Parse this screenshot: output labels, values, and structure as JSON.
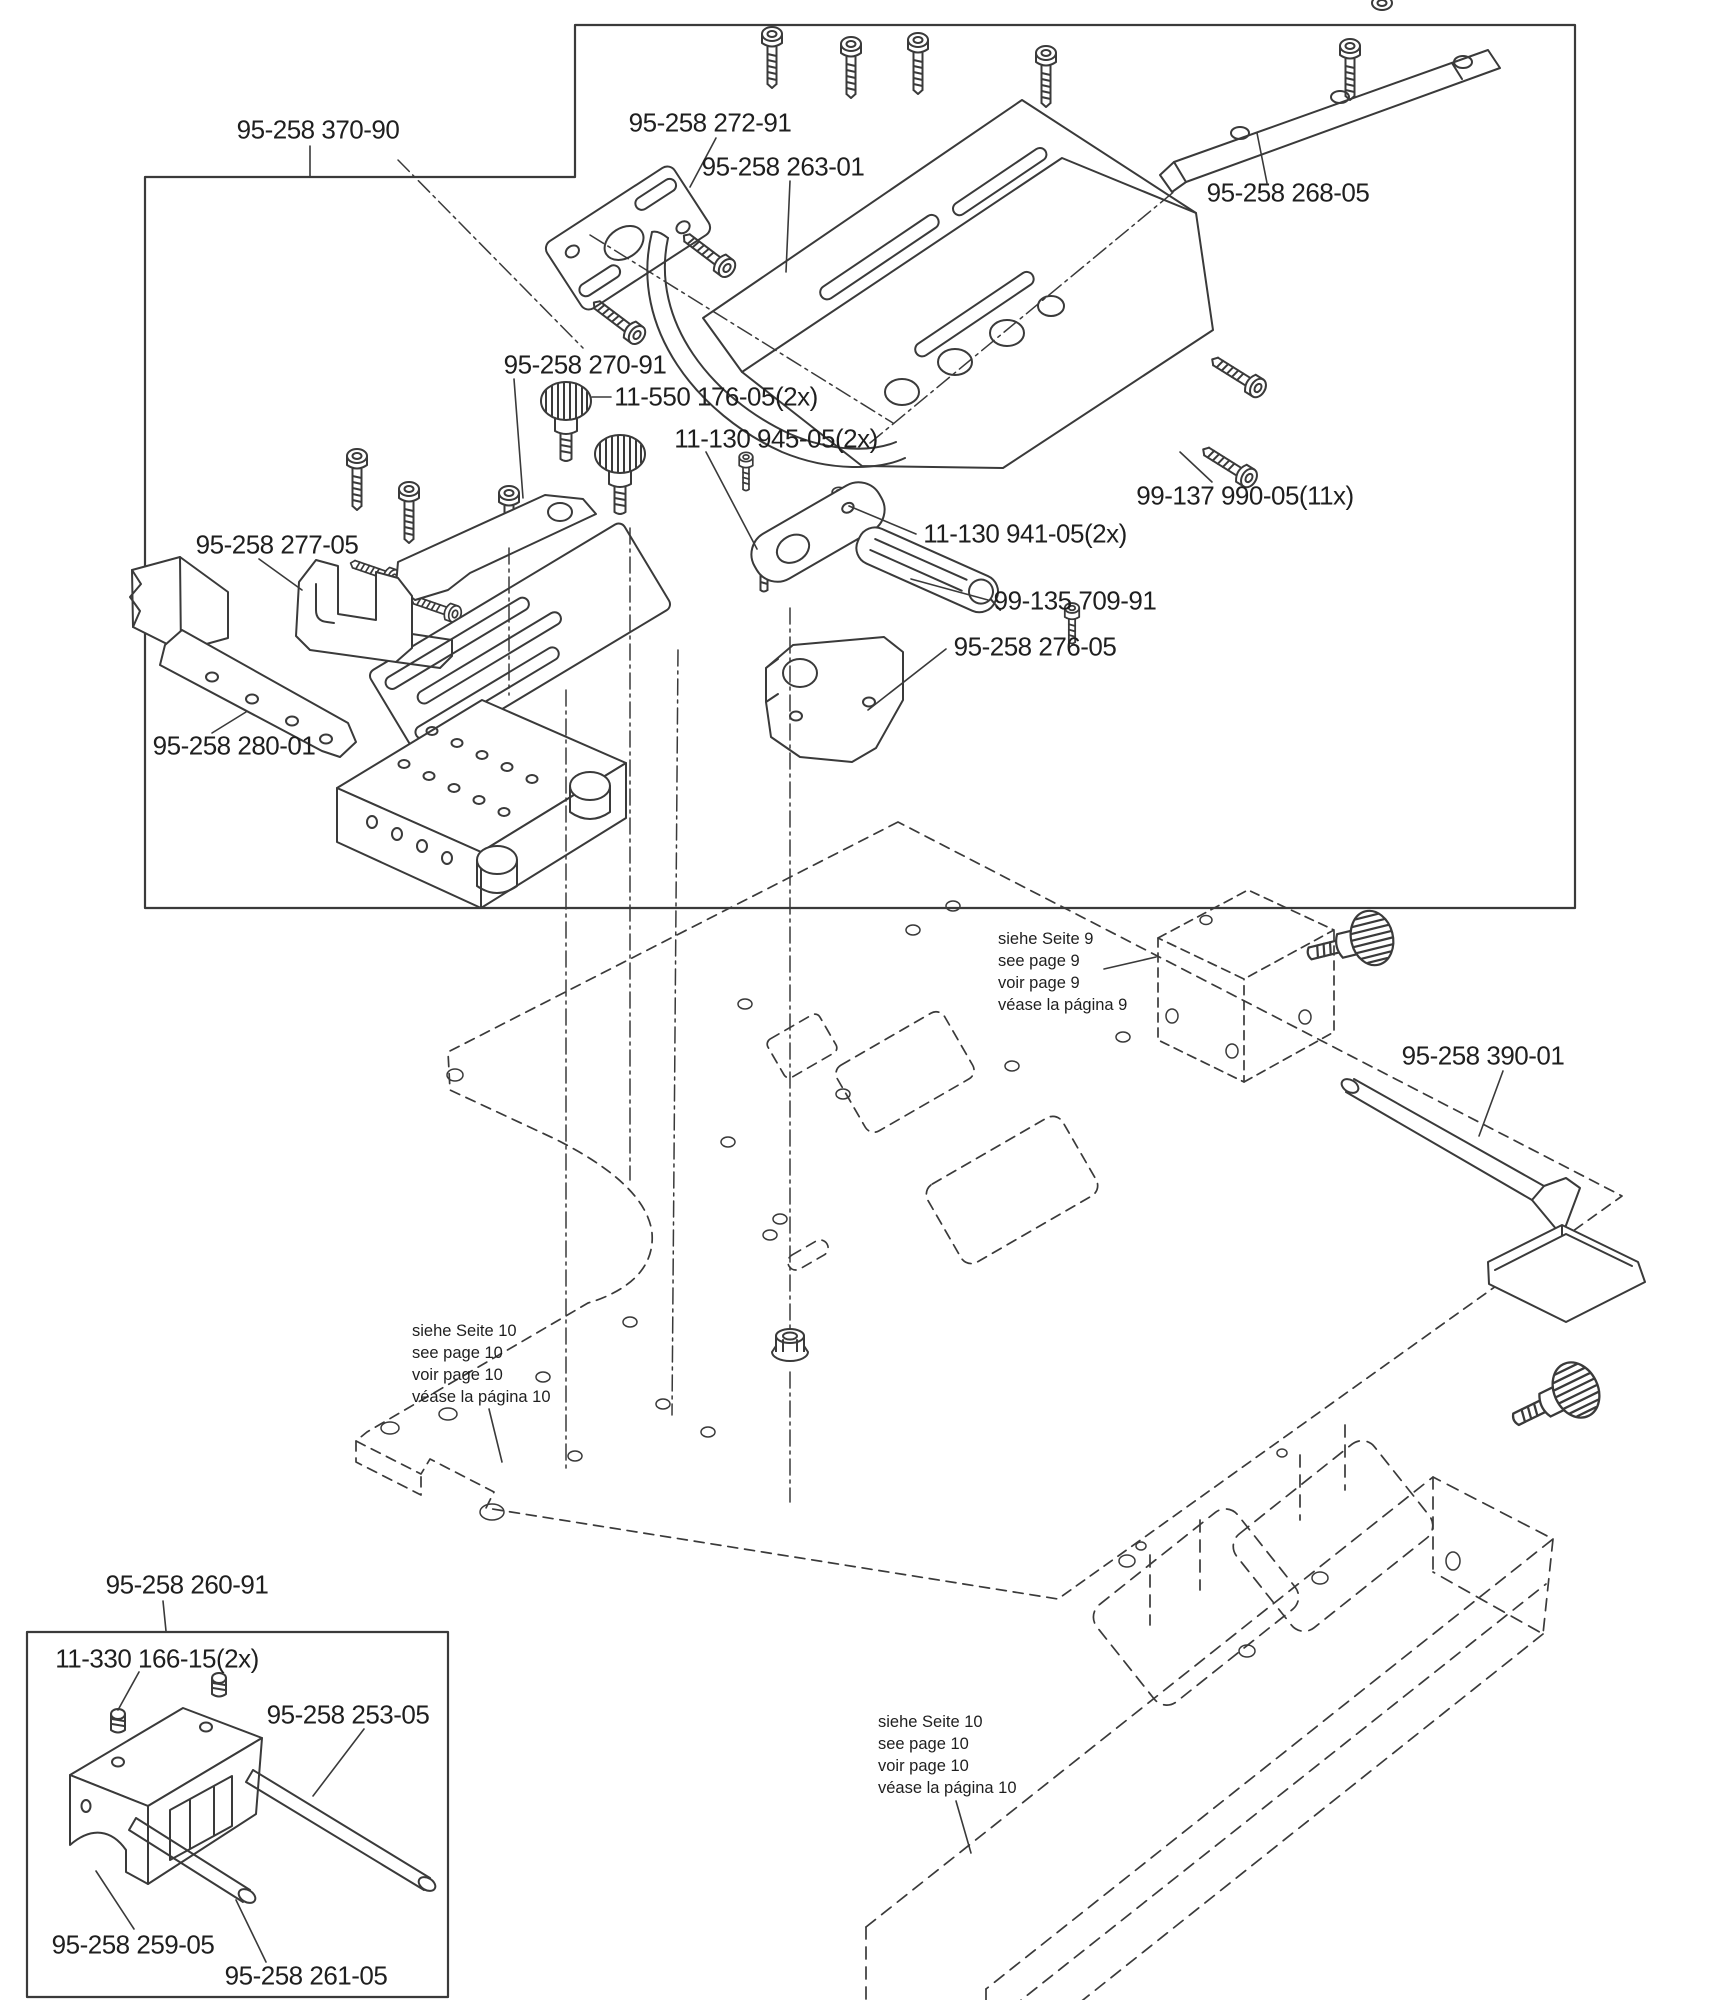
{
  "page": {
    "type": "exploded-parts-diagram",
    "background": "#ffffff",
    "line_color": "#3a3a3a",
    "text_color": "#1f1f1f"
  },
  "part_labels": [
    {
      "id": "95-258-370-90",
      "text": "95-258 370-90"
    },
    {
      "id": "95-258-272-91",
      "text": "95-258 272-91"
    },
    {
      "id": "95-258-263-01",
      "text": "95-258 263-01"
    },
    {
      "id": "95-258-268-05",
      "text": "95-258 268-05"
    },
    {
      "id": "95-258-270-91",
      "text": "95-258 270-91"
    },
    {
      "id": "11-550-176-05",
      "text": "11-550 176-05(2x)"
    },
    {
      "id": "11-130-945-05",
      "text": "11-130 945-05(2x)"
    },
    {
      "id": "99-137-990-05",
      "text": "99-137 990-05(11x)"
    },
    {
      "id": "11-130-941-05",
      "text": "11-130 941-05(2x)"
    },
    {
      "id": "99-135-709-91",
      "text": "99-135 709-91"
    },
    {
      "id": "95-258-276-05",
      "text": "95-258 276-05"
    },
    {
      "id": "95-258-277-05",
      "text": "95-258 277-05"
    },
    {
      "id": "95-258-280-01",
      "text": "95-258 280-01"
    },
    {
      "id": "95-258-390-01",
      "text": "95-258 390-01"
    },
    {
      "id": "95-258-260-91",
      "text": "95-258 260-91"
    },
    {
      "id": "11-330-166-15",
      "text": "11-330 166-15(2x)"
    },
    {
      "id": "95-258-253-05",
      "text": "95-258 253-05"
    },
    {
      "id": "95-258-259-05",
      "text": "95-258 259-05"
    },
    {
      "id": "95-258-261-05",
      "text": "95-258 261-05"
    }
  ],
  "notes": [
    {
      "id": "see-page-9",
      "lines": [
        "siehe Seite 9",
        "see page 9",
        "voir page 9",
        "véase la página 9"
      ]
    },
    {
      "id": "see-page-10-left",
      "lines": [
        "siehe Seite 10",
        "see page 10",
        "voir page 10",
        "véase la página 10"
      ]
    },
    {
      "id": "see-page-10-right",
      "lines": [
        "siehe Seite 10",
        "see page 10",
        "voir page 10",
        "véase la página 10"
      ]
    }
  ]
}
